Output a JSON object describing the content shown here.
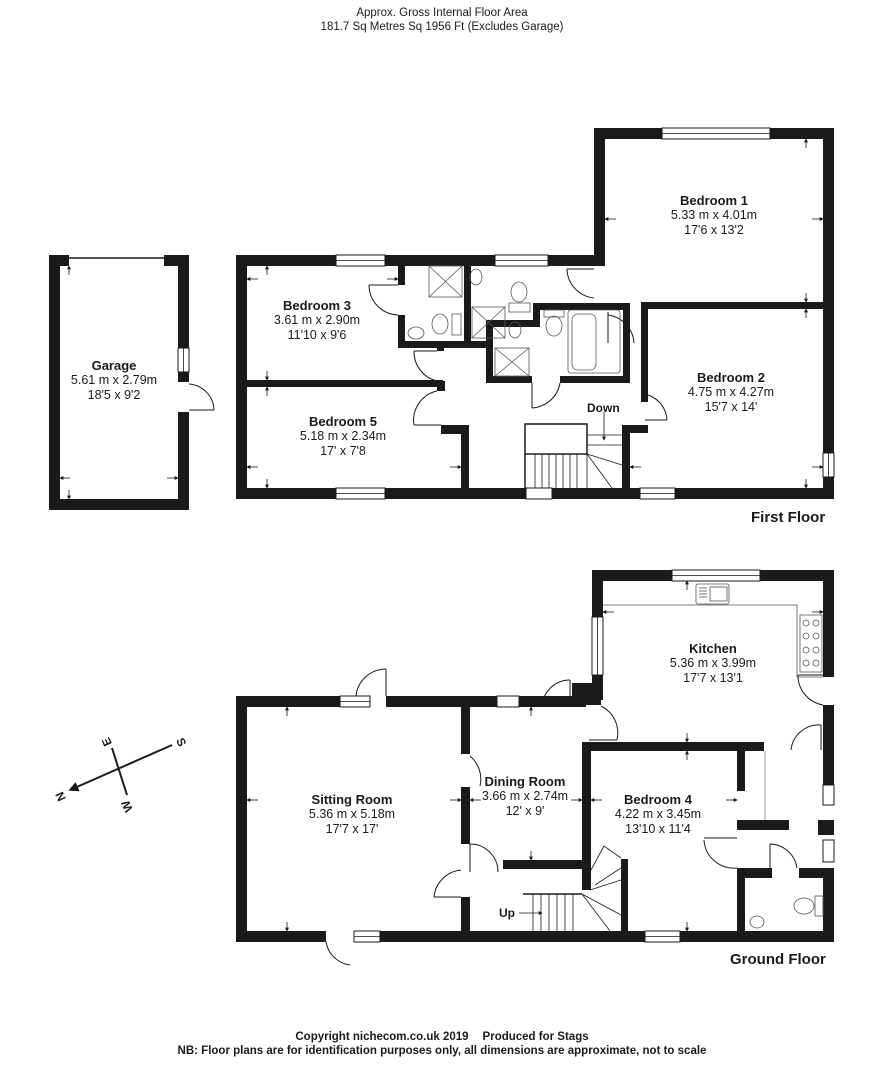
{
  "header": {
    "line1": "Approx. Gross Internal Floor Area",
    "line2": "181.7 Sq Metres Sq 1956 Ft (Excludes Garage)"
  },
  "floors": {
    "first": {
      "label": "First Floor",
      "stairs_label": "Down",
      "rooms": [
        {
          "name": "Bedroom 1",
          "metric": "5.33 m x 4.01m",
          "imperial": "17'6 x 13'2"
        },
        {
          "name": "Bedroom 2",
          "metric": "4.75 m x 4.27m",
          "imperial": "15'7 x 14'"
        },
        {
          "name": "Bedroom 3",
          "metric": "3.61 m x 2.90m",
          "imperial": "11'10 x 9'6"
        },
        {
          "name": "Bedroom 5",
          "metric": "5.18 m x 2.34m",
          "imperial": "17' x 7'8"
        }
      ]
    },
    "garage": {
      "name": "Garage",
      "metric": "5.61 m x 2.79m",
      "imperial": "18'5 x 9'2"
    },
    "ground": {
      "label": "Ground Floor",
      "stairs_label": "Up",
      "rooms": [
        {
          "name": "Kitchen",
          "metric": "5.36 m x 3.99m",
          "imperial": "17'7 x 13'1"
        },
        {
          "name": "Sitting Room",
          "metric": "5.36 m x 5.18m",
          "imperial": "17'7 x 17'"
        },
        {
          "name": "Dining Room",
          "metric": "3.66 m x 2.74m",
          "imperial": "12' x 9'"
        },
        {
          "name": "Bedroom 4",
          "metric": "4.22 m x 3.45m",
          "imperial": "13'10 x 11'4"
        }
      ]
    }
  },
  "compass": {
    "north": "N",
    "south": "S",
    "east": "E",
    "west": "W"
  },
  "footer": {
    "copyright": "Copyright nichecom.co.uk 2019",
    "produced": "Produced for Stags",
    "disclaimer": "NB: Floor plans are for identification purposes only, all dimensions are approximate, not to scale"
  },
  "colors": {
    "wall": "#1a1a1a",
    "background": "#ffffff",
    "fixture_line": "#555555"
  }
}
